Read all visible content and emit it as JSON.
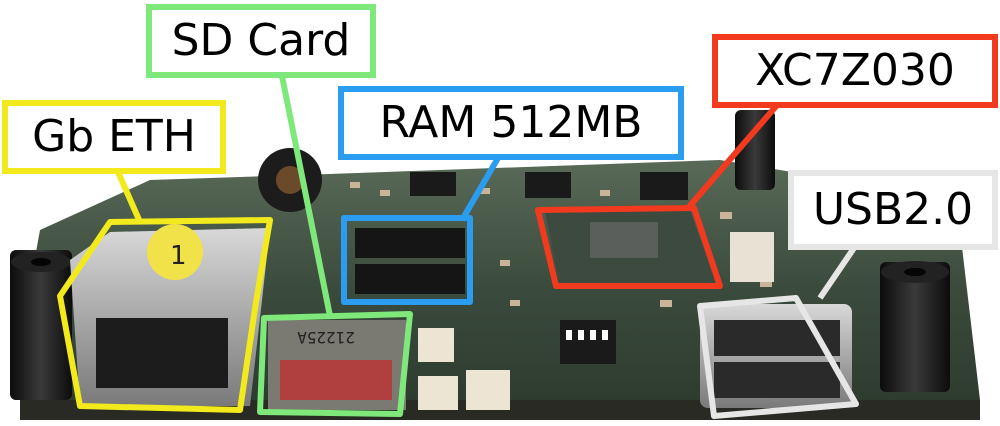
{
  "labels": {
    "sd_card": "SD Card",
    "gb_eth": "Gb ETH",
    "ram": "RAM 512MB",
    "fpga": "XC7Z030",
    "usb": "USB2.0"
  },
  "colors": {
    "sd_card": "#7fe87a",
    "gb_eth": "#f2ea1c",
    "ram": "#2a9df0",
    "fpga": "#f23a1e",
    "usb": "#e6e6e6",
    "pcb": "#3a4a3c"
  },
  "photo_markings": {
    "sd_slot_code": "21225A",
    "jack_sticker": "1"
  }
}
